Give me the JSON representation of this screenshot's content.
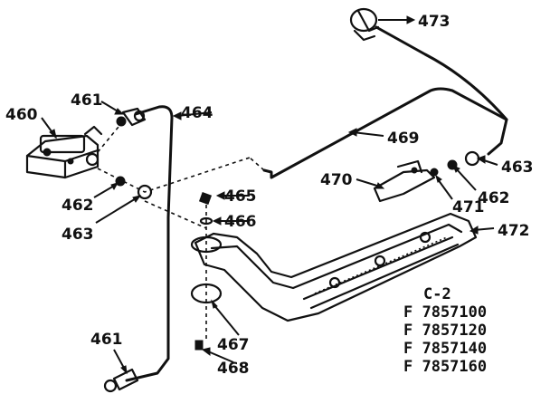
{
  "callouts": {
    "c460": "460",
    "c461a": "461",
    "c461b": "461",
    "c462a": "462",
    "c462b": "462",
    "c463a": "463",
    "c463b": "463",
    "c464": "464",
    "c465": "465",
    "c466": "466",
    "c467": "467",
    "c468": "468",
    "c469": "469",
    "c470": "470",
    "c471": "471",
    "c472": "472",
    "c473": "473"
  },
  "model_block": {
    "group": "C-2",
    "numbers": [
      "F 7857100",
      "F 7857120",
      "F 7857140",
      "F 7857160"
    ]
  },
  "colors": {
    "ink": "#111111",
    "paper": "#ffffff"
  }
}
